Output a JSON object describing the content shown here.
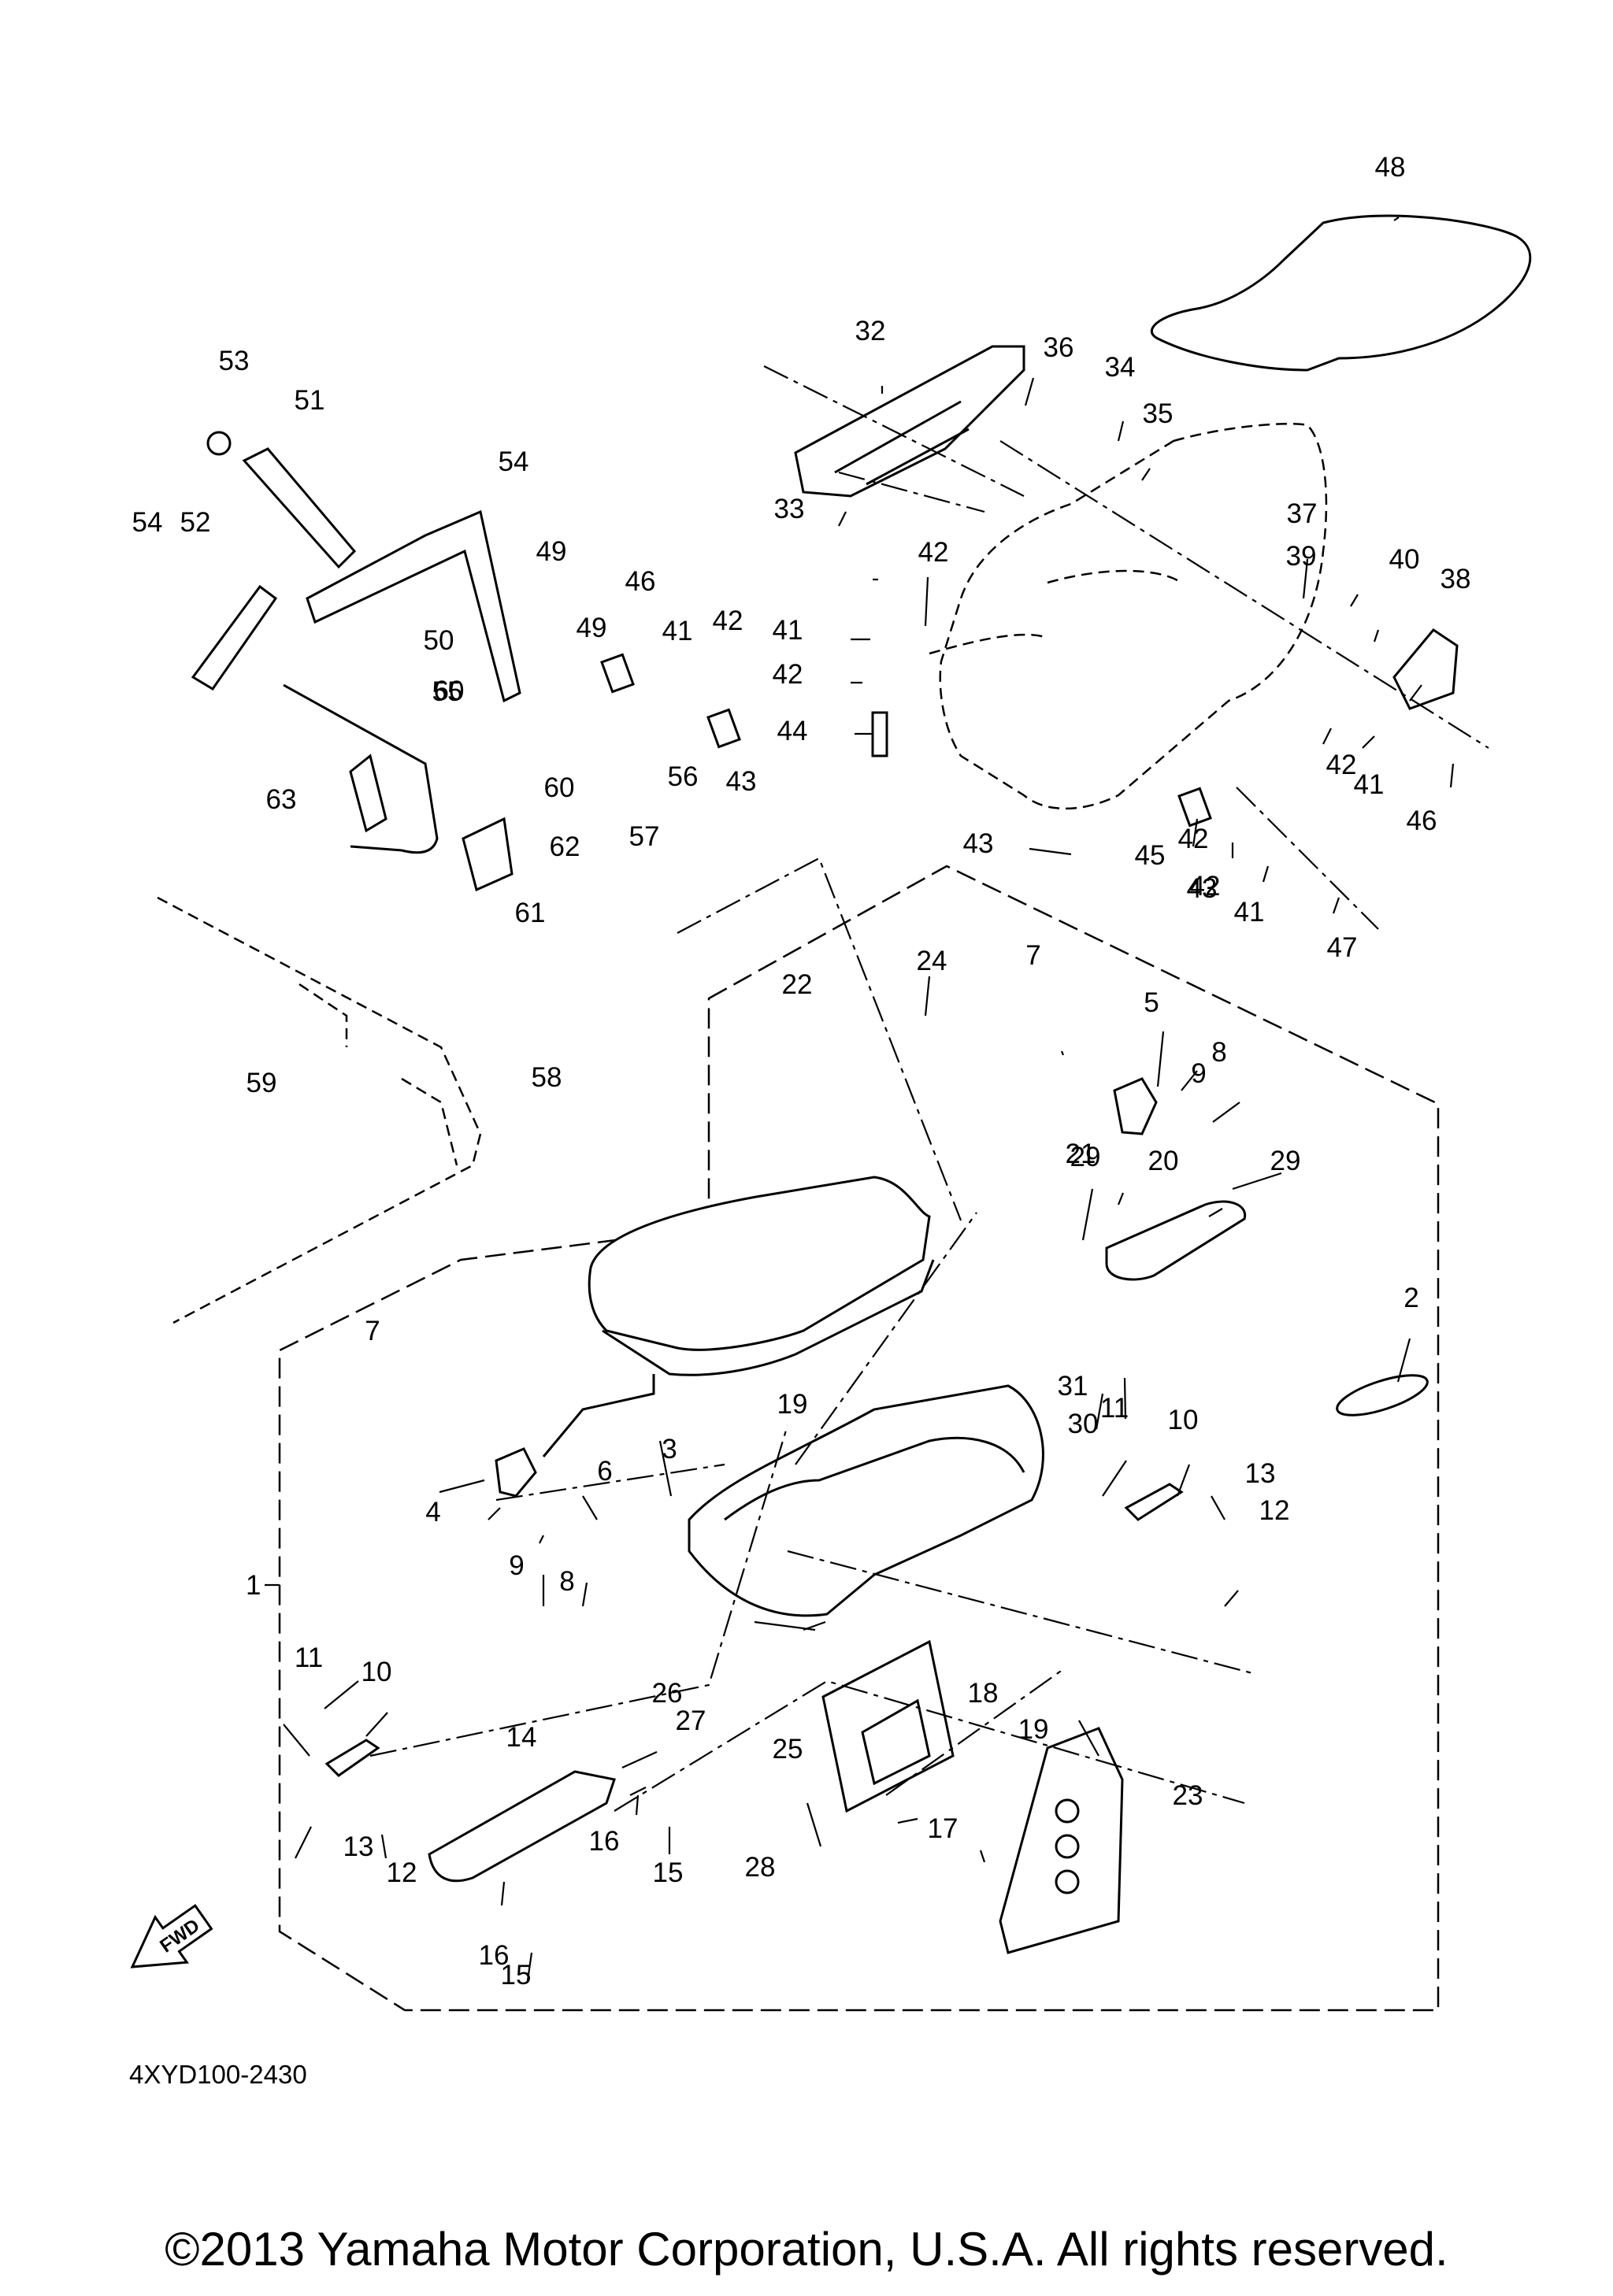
{
  "diagram": {
    "code": "4XYD100-2430",
    "fwd_badge": "FWD",
    "group_label": "1",
    "part_numbers": [
      "2",
      "3",
      "4",
      "5",
      "6",
      "7",
      "7",
      "8",
      "8",
      "9",
      "9",
      "10",
      "10",
      "11",
      "11",
      "12",
      "12",
      "13",
      "13",
      "14",
      "15",
      "15",
      "16",
      "16",
      "17",
      "18",
      "19",
      "19",
      "20",
      "21",
      "22",
      "23",
      "24",
      "25",
      "26",
      "27",
      "28",
      "29",
      "29",
      "30",
      "31",
      "32",
      "33",
      "34",
      "35",
      "36",
      "37",
      "38",
      "39",
      "40",
      "41",
      "41",
      "41",
      "41",
      "42",
      "42",
      "42",
      "42",
      "42",
      "42",
      "43",
      "43",
      "43",
      "44",
      "45",
      "46",
      "46",
      "47",
      "48",
      "49",
      "49",
      "50",
      "51",
      "52",
      "53",
      "54",
      "54",
      "55",
      "56",
      "57",
      "58",
      "59",
      "60",
      "60",
      "61",
      "62",
      "63"
    ]
  },
  "footer": {
    "copyright": "©2013 Yamaha Motor Corporation, U.S.A. All rights reserved."
  }
}
